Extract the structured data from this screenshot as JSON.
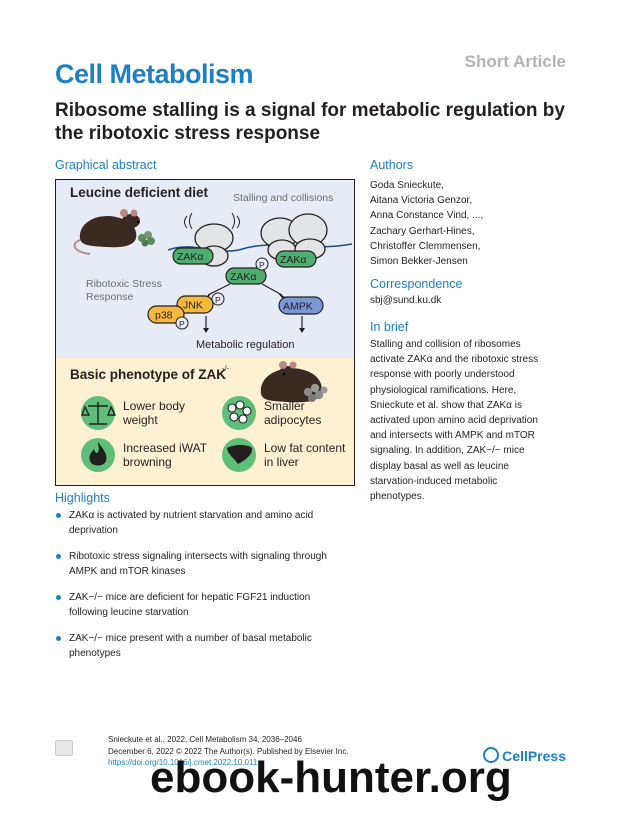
{
  "header": {
    "journal": "Cell Metabolism",
    "article_type": "Short Article"
  },
  "title": "Ribosome stalling is a signal for metabolic regulation by the ribotoxic stress response",
  "graphical_abstract": {
    "heading": "Graphical abstract",
    "top_title": "Leucine deficient diet",
    "stalling_label": "Stalling and collisions",
    "zak_a_left": "ZAKα",
    "zak_a_right": "ZAKα",
    "zak_a_center": "ZAKα",
    "p_label": "P",
    "rsr_line1": "Ribotoxic Stress",
    "rsr_line2": "Response",
    "jnk": "JNK",
    "p38": "p38",
    "ampk": "AMPK",
    "metabolic_regulation": "Metabolic regulation",
    "bottom_title": "Basic phenotype of ZAK",
    "bottom_title_sup": "-/-",
    "phenotypes": [
      {
        "line1": "Lower body",
        "line2": "weight",
        "icon": "balance-scale-icon"
      },
      {
        "line1": "Smaller",
        "line2": "adipocytes",
        "icon": "adipocyte-cluster-icon"
      },
      {
        "line1": "Increased iWAT",
        "line2": "browning",
        "icon": "flame-icon"
      },
      {
        "line1": "Low fat content",
        "line2": "in liver",
        "icon": "liver-icon"
      }
    ],
    "colors": {
      "top_bg": "#e6ebf5",
      "bottom_bg": "#fdf1d2",
      "zak_fill": "#4fae6f",
      "jnk_fill": "#f4b93d",
      "ampk_fill": "#7b97d4",
      "icon_circle": "#5fbf7a"
    }
  },
  "authors": {
    "heading": "Authors",
    "lines": [
      "Goda Snieckute,",
      "Aitana Victoria Genzor,",
      "Anna Constance Vind, ...,",
      "Zachary Gerhart-Hines,",
      "Christoffer Clemmensen,",
      "Simon Bekker-Jensen"
    ]
  },
  "correspondence": {
    "heading": "Correspondence",
    "email": "sbj@sund.ku.dk"
  },
  "in_brief": {
    "heading": "In brief",
    "lines": [
      "Stalling and collision of ribosomes",
      "activate ZAKα and the ribotoxic stress",
      "response with poorly understood",
      "physiological ramifications. Here,",
      "Snieckute et al. show that ZAKα is",
      "activated upon amino acid deprivation",
      "and intersects with AMPK and mTOR",
      "signaling. In addition, ZAK−/− mice",
      "display basal as well as leucine",
      "starvation-induced metabolic",
      "phenotypes."
    ]
  },
  "highlights": {
    "heading": "Highlights",
    "items": [
      [
        "ZAKα is activated by nutrient starvation and amino acid",
        "deprivation"
      ],
      [
        "Ribotoxic stress signaling intersects with signaling through",
        "AMPK and mTOR kinases"
      ],
      [
        "ZAK−/− mice are deficient for hepatic FGF21 induction",
        "following leucine starvation"
      ],
      [
        "ZAK−/− mice present with a number of basal metabolic",
        "phenotypes"
      ]
    ]
  },
  "footer": {
    "citation": "Snieckute et al., 2022, Cell Metabolism 34, 2036–2046",
    "date_line": "December 6, 2022 © 2022 The Author(s). Published by Elsevier Inc.",
    "doi": "https://doi.org/10.1016/j.cmet.2022.10.011",
    "publisher": "CellPress",
    "watermark": "ebook-hunter.org"
  }
}
